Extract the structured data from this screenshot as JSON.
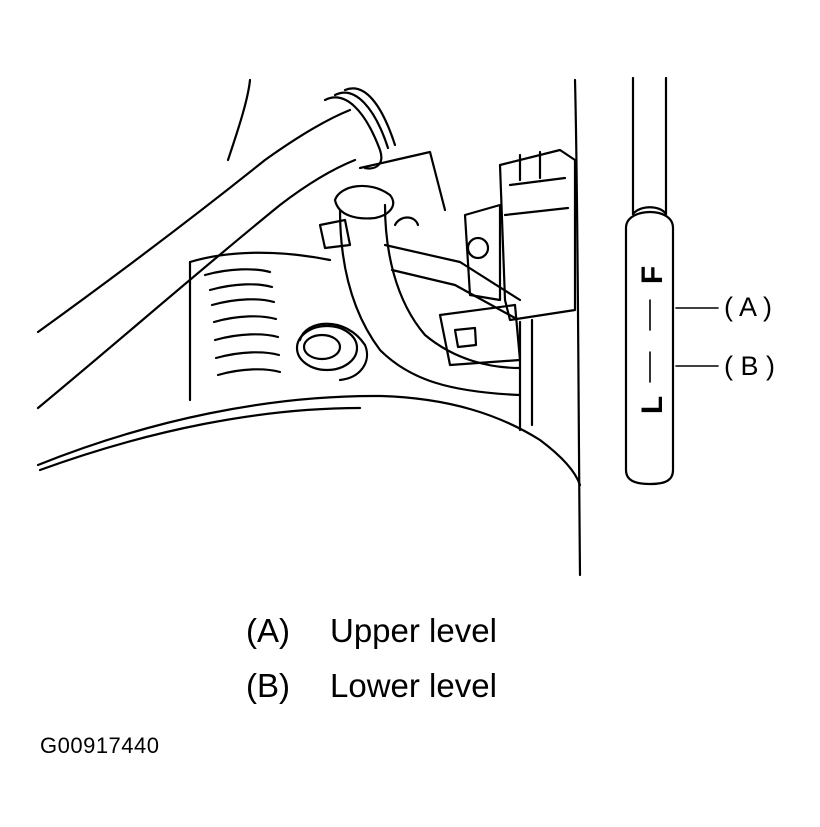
{
  "dipstick": {
    "full_mark": "F",
    "low_mark": "L"
  },
  "callouts": [
    {
      "key": "( A )"
    },
    {
      "key": "( B )"
    }
  ],
  "legend": [
    {
      "key": "(A)",
      "text": "Upper level"
    },
    {
      "key": "(B)",
      "text": "Lower level"
    }
  ],
  "figure_code": "G00917440",
  "colors": {
    "ink": "#000000",
    "background": "#ffffff"
  }
}
